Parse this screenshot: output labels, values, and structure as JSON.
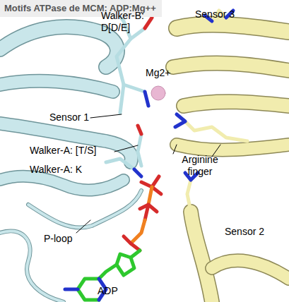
{
  "diagram": {
    "title": "Motifs ATPase de MCM: ADP:Mg++",
    "labels": [
      "Walker-B: D[D/E]",
      "Sensor 1",
      "Mg2+",
      "Walker-A: [T/S]",
      "Walker-A: K",
      "P-loop",
      "ADP",
      "Sensor 3",
      "Arginine finger",
      "Sensor 2"
    ]
  }
}
